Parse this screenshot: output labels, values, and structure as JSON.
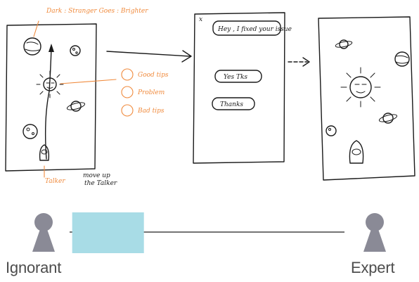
{
  "sketch": {
    "phone1_title_note": "Dark : Stranger   Goes : Brighter",
    "phone1_legend": [
      "Good tips",
      "Problem",
      "Bad tips"
    ],
    "phone1_bottom_note": "Talker",
    "phone1_side_note": [
      "move up",
      "the Talker"
    ],
    "phone2_messages": [
      "Hey , I fixed your issue",
      "Yes Tks",
      "Thanks"
    ]
  },
  "scale": {
    "left_label": "Ignorant",
    "right_label": "Expert",
    "marker_position": 0.14,
    "colors": {
      "figure": "#8a8a96",
      "marker": "#a8dce6",
      "line": "#222222",
      "accent": "#f08a3c"
    }
  }
}
